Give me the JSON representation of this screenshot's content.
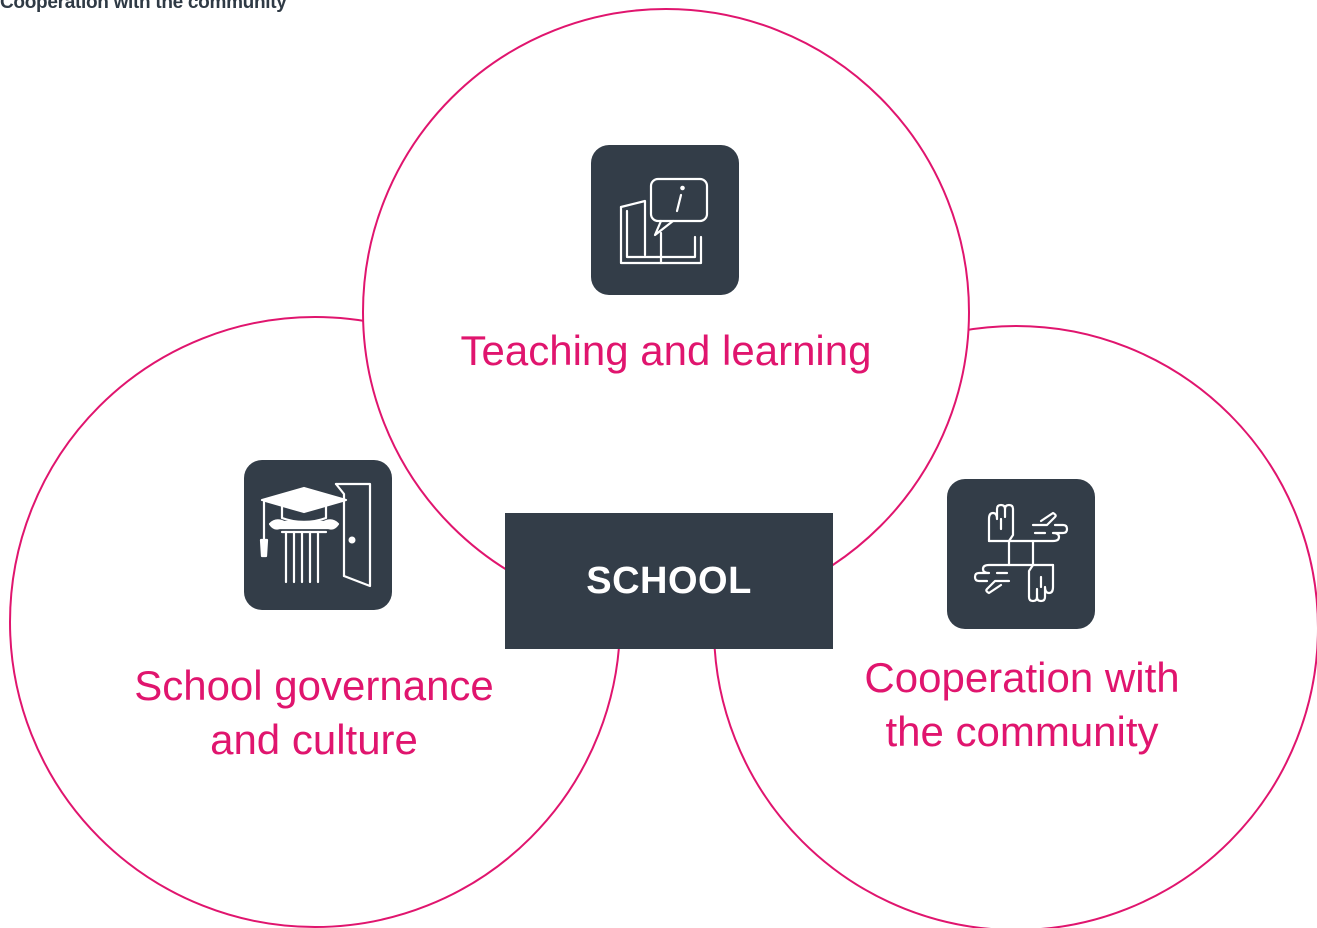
{
  "caption": "Cooperation with the community",
  "center": {
    "label": "SCHOOL"
  },
  "circles": [
    {
      "id": "teaching",
      "label_lines": [
        "Teaching and learning"
      ],
      "icon": "book-info-icon"
    },
    {
      "id": "governance",
      "label_lines": [
        "School governance",
        "and culture"
      ],
      "icon": "graduation-pillar-icon"
    },
    {
      "id": "cooperation",
      "label_lines": [
        "Cooperation with",
        "the community"
      ],
      "icon": "joined-hands-icon"
    }
  ],
  "colors": {
    "accent": "#e0156e",
    "tile": "#333d48",
    "circle_stroke": "#e0156e",
    "caption": "#2f3a45"
  }
}
